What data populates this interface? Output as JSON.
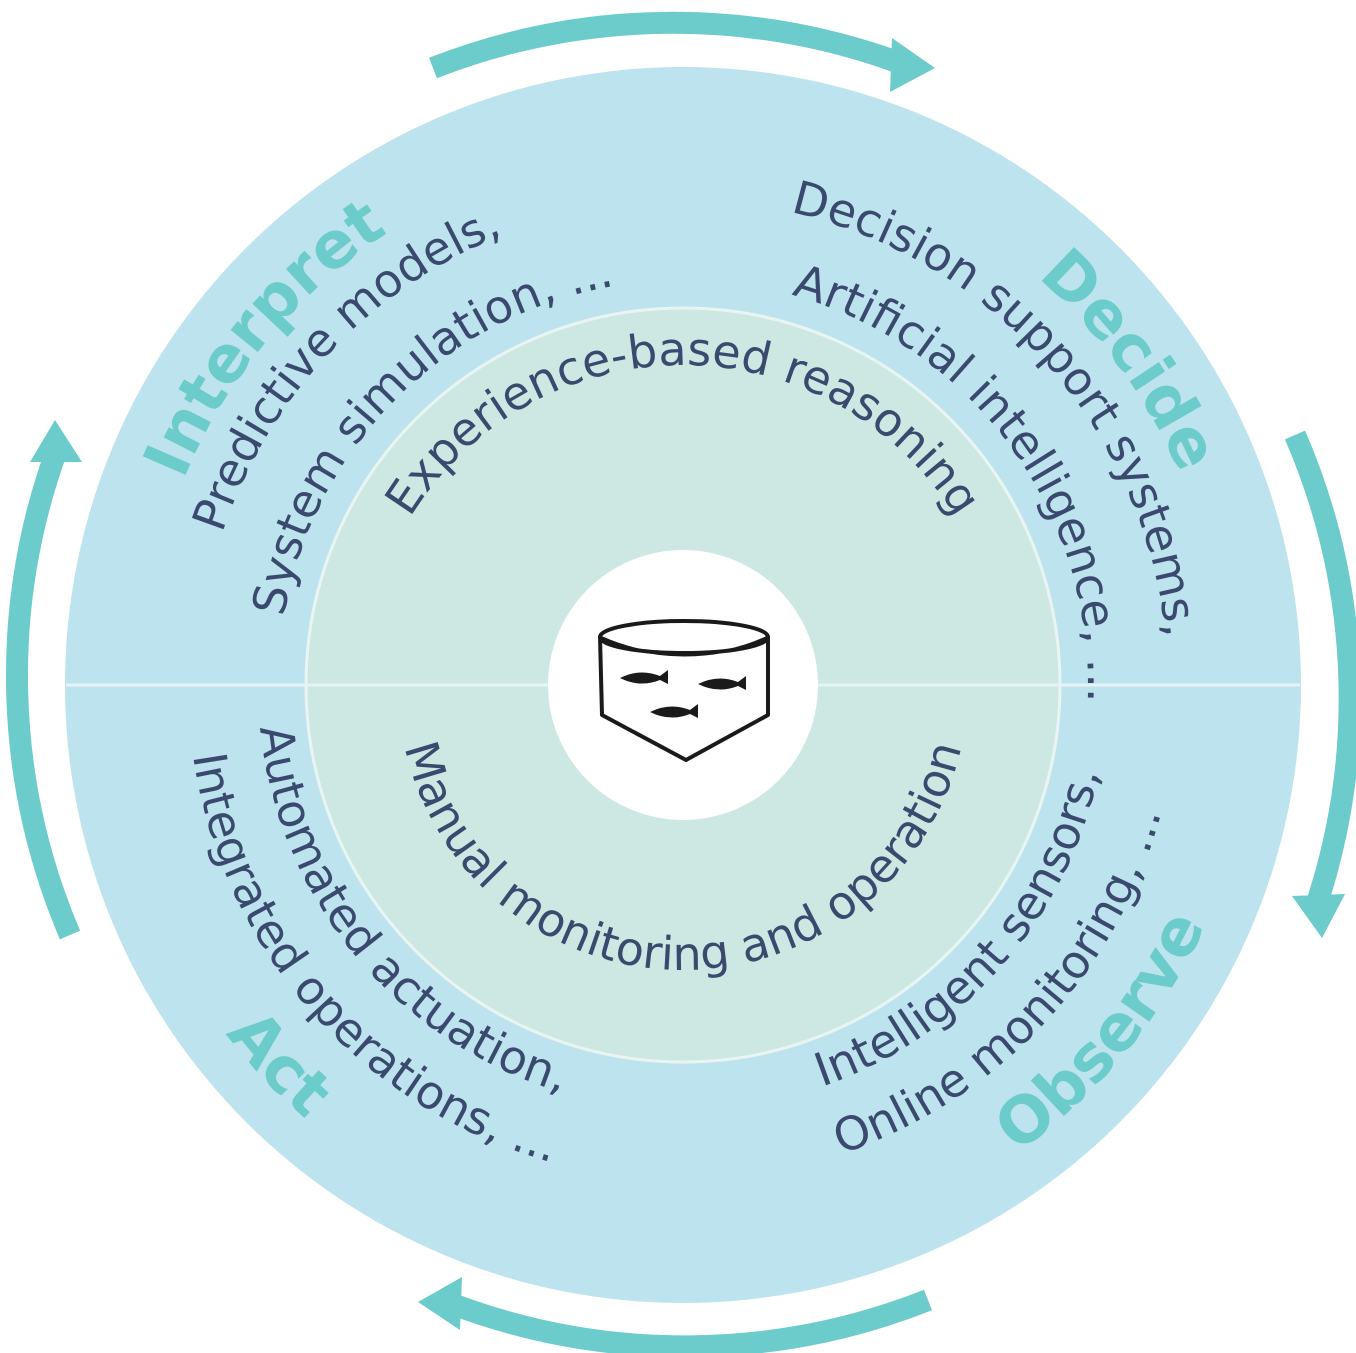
{
  "colors": {
    "outer_ring": "#bde3ee",
    "inner_ring": "#cde8e2",
    "center": "#ffffff",
    "divider": "#e6f3f7",
    "arrow": "#6ccbcb",
    "phase_label": "#6ccbcb",
    "body_text": "#3a4a6e"
  },
  "phases": {
    "interpret": "Interpret",
    "decide": "Decide",
    "act": "Act",
    "observe": "Observe"
  },
  "outer_text": {
    "interpret_line1": "Predictive models,",
    "interpret_line2": "System simulation, ...",
    "decide_line1": "Decision support systems,",
    "decide_line2": "Artificial intelligence, ...",
    "act_line1": "Automated actuation,",
    "act_line2": "Integrated operations, ...",
    "observe_line1": "Intelligent sensors,",
    "observe_line2": "Online monitoring, ..."
  },
  "middle_text": {
    "top": "Experience-based reasoning",
    "bottom": "Manual monitoring and operation"
  },
  "center_icon": "treatment-tank-with-fish-icon"
}
